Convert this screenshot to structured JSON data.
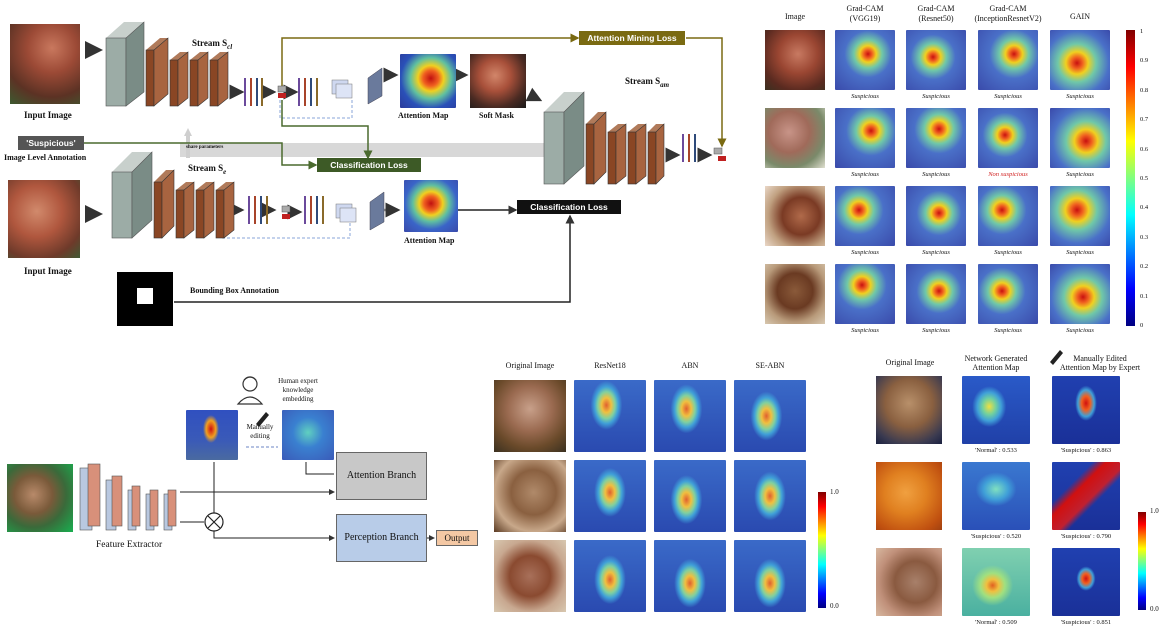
{
  "top_left": {
    "input_image_label": "Input Image",
    "input_image_label_2": "Input Image",
    "stream_cl": "Stream S",
    "stream_cl_sub": "cl",
    "stream_e": "Stream S",
    "stream_e_sub": "e",
    "stream_am": "Stream S",
    "stream_am_sub": "am",
    "attention_mining_loss": "Attention Mining Loss",
    "classification_loss_1": "Classification Loss",
    "classification_loss_2": "Classification Loss",
    "attention_map_1": "Attention Map",
    "soft_mask": "Soft Mask",
    "attention_map_2": "Attention Map",
    "suspicious_tag": "'Suspicious'",
    "image_level_annotation": "Image Level Annotation",
    "share_parameters": "share parameters",
    "bounding_box_annotation": "Bounding Box Annotation",
    "colors": {
      "mining": "#7a6a12",
      "cls1": "#3d5a26",
      "cls2": "#111111",
      "tag": "#555555"
    }
  },
  "top_right": {
    "headers": [
      "Image",
      "Grad-CAM\n(VGG19)",
      "Grad-CAM\n(Resnet50)",
      "Grad-CAM\n(InceptionResnetV2)",
      "GAIN"
    ],
    "header_lines": [
      [
        "Image"
      ],
      [
        "Grad-CAM",
        "(VGG19)"
      ],
      [
        "Grad-CAM",
        "(Resnet50)"
      ],
      [
        "Grad-CAM",
        "(InceptionResnetV2)"
      ],
      [
        "GAIN"
      ]
    ],
    "rows": [
      [
        "Suspicious",
        "Suspicious",
        "Suspicious",
        "Suspicious"
      ],
      [
        "Suspicious",
        "Suspicious",
        "Non suspicious",
        "Suspicious"
      ],
      [
        "Suspicious",
        "Suspicious",
        "Suspicious",
        "Suspicious"
      ],
      [
        "Suspicious",
        "Suspicious",
        "Suspicious",
        "Suspicious"
      ]
    ],
    "colorbar_ticks": [
      "1",
      "0.9",
      "0.8",
      "0.7",
      "0.6",
      "0.5",
      "0.4",
      "0.3",
      "0.2",
      "0.1",
      "0"
    ]
  },
  "bottom_left": {
    "human_expert": "Human expert",
    "knowledge": "knowledge",
    "embedding": "embedding",
    "manually": "Manually",
    "editing": "editing",
    "attention_branch": "Attention Branch",
    "perception_branch": "Perception Branch",
    "output": "Output",
    "feature_extractor": "Feature Extractor"
  },
  "bottom_middle": {
    "headers": [
      "Original Image",
      "ResNet18",
      "ABN",
      "SE-ABN"
    ],
    "colorbar_ticks": [
      "1.0",
      "0.0"
    ]
  },
  "bottom_right": {
    "header_original": "Original Image",
    "header_network_1": "Network Generated",
    "header_network_2": "Attention Map",
    "header_manual_1": "Manually Edited",
    "header_manual_2": "Attention Map by Expert",
    "captions": [
      [
        "'Normal' : 0.533",
        "'Suspicious' : 0.863"
      ],
      [
        "'Suspicious' : 0.520",
        "'Suspicious' : 0.790"
      ],
      [
        "'Normal' : 0.509",
        "'Suspicious' : 0.851"
      ]
    ],
    "colorbar_ticks": [
      "1.0",
      "0.0"
    ]
  }
}
